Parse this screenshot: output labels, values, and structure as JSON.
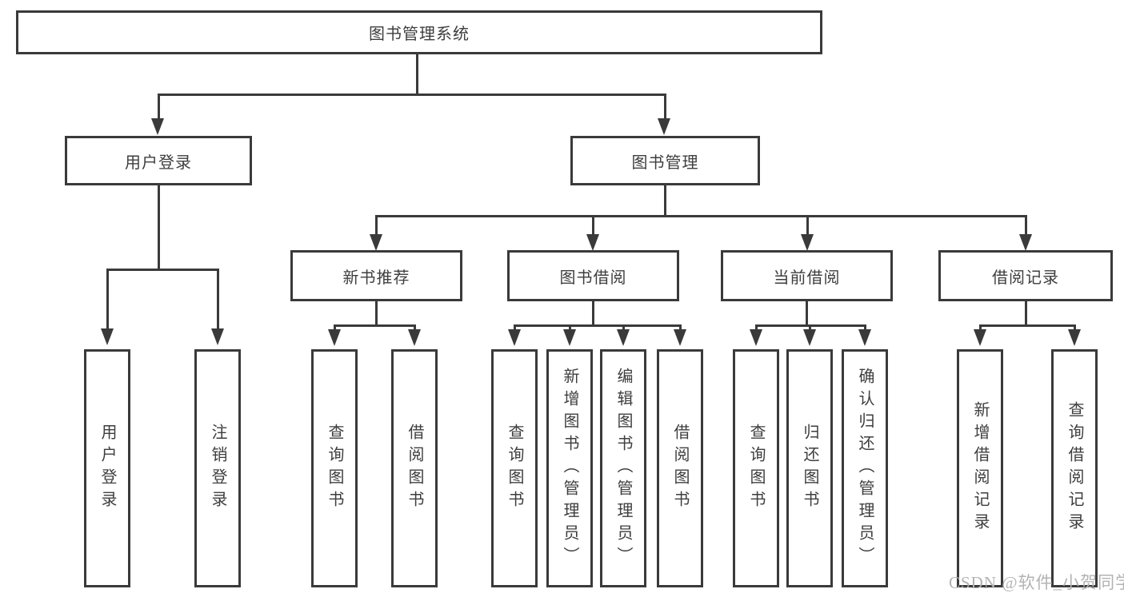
{
  "diagram": {
    "title": "图书管理系统",
    "background": "#ffffff",
    "line_color": "#3a3a3a",
    "text_color": "#3e3e3e",
    "watermark": {
      "text": "CSDN @软件_小贺同学",
      "color": "#b3b3b3"
    },
    "tree": {
      "label": "图书管理系统",
      "children": [
        {
          "label": "用户登录",
          "children": [
            {
              "label": "用户登录"
            },
            {
              "label": "注销登录"
            }
          ]
        },
        {
          "label": "图书管理",
          "children": [
            {
              "label": "新书推荐",
              "children": [
                {
                  "label": "查询图书"
                },
                {
                  "label": "借阅图书"
                }
              ]
            },
            {
              "label": "图书借阅",
              "children": [
                {
                  "label": "查询图书"
                },
                {
                  "label": "新增图书（管理员）"
                },
                {
                  "label": "编辑图书（管理员）"
                },
                {
                  "label": "借阅图书"
                }
              ]
            },
            {
              "label": "当前借阅",
              "children": [
                {
                  "label": "查询图书"
                },
                {
                  "label": "归还图书"
                },
                {
                  "label": "确认归还（管理员）"
                }
              ]
            },
            {
              "label": "借阅记录",
              "children": [
                {
                  "label": "新增借阅记录"
                },
                {
                  "label": "查询借阅记录"
                }
              ]
            }
          ]
        }
      ]
    }
  }
}
